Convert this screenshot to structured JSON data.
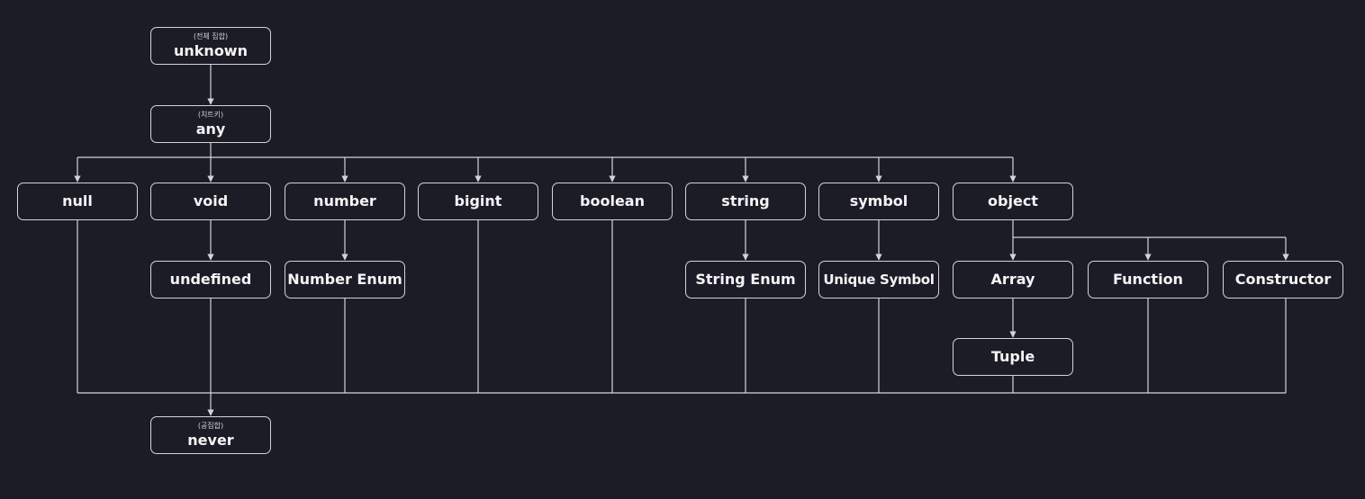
{
  "nodes": {
    "unknown": {
      "note": "(전체 집합)",
      "label": "unknown"
    },
    "any": {
      "note": "(치트키)",
      "label": "any"
    },
    "null": {
      "label": "null"
    },
    "void": {
      "label": "void"
    },
    "number": {
      "label": "number"
    },
    "bigint": {
      "label": "bigint"
    },
    "boolean": {
      "label": "boolean"
    },
    "string": {
      "label": "string"
    },
    "symbol": {
      "label": "symbol"
    },
    "object": {
      "label": "object"
    },
    "undefined": {
      "label": "undefined"
    },
    "number_enum": {
      "label": "Number Enum"
    },
    "string_enum": {
      "label": "String Enum"
    },
    "unique_symbol": {
      "label": "Unique Symbol"
    },
    "array": {
      "label": "Array"
    },
    "function": {
      "label": "Function"
    },
    "constructor": {
      "label": "Constructor"
    },
    "tuple": {
      "label": "Tuple"
    },
    "never": {
      "note": "(공집합)",
      "label": "never"
    }
  },
  "edges": [
    [
      "unknown",
      "any"
    ],
    [
      "any",
      "null"
    ],
    [
      "any",
      "void"
    ],
    [
      "any",
      "number"
    ],
    [
      "any",
      "bigint"
    ],
    [
      "any",
      "boolean"
    ],
    [
      "any",
      "string"
    ],
    [
      "any",
      "symbol"
    ],
    [
      "any",
      "object"
    ],
    [
      "void",
      "undefined"
    ],
    [
      "number",
      "number_enum"
    ],
    [
      "string",
      "string_enum"
    ],
    [
      "symbol",
      "unique_symbol"
    ],
    [
      "object",
      "array"
    ],
    [
      "object",
      "function"
    ],
    [
      "object",
      "constructor"
    ],
    [
      "array",
      "tuple"
    ],
    [
      "null",
      "never"
    ],
    [
      "undefined",
      "never"
    ],
    [
      "number_enum",
      "never"
    ],
    [
      "bigint",
      "never"
    ],
    [
      "boolean",
      "never"
    ],
    [
      "string_enum",
      "never"
    ],
    [
      "unique_symbol",
      "never"
    ],
    [
      "tuple",
      "never"
    ],
    [
      "function",
      "never"
    ],
    [
      "constructor",
      "never"
    ]
  ],
  "colors": {
    "background": "#1c1c27",
    "line": "#d4d4d8",
    "text": "#f4f4f5"
  }
}
